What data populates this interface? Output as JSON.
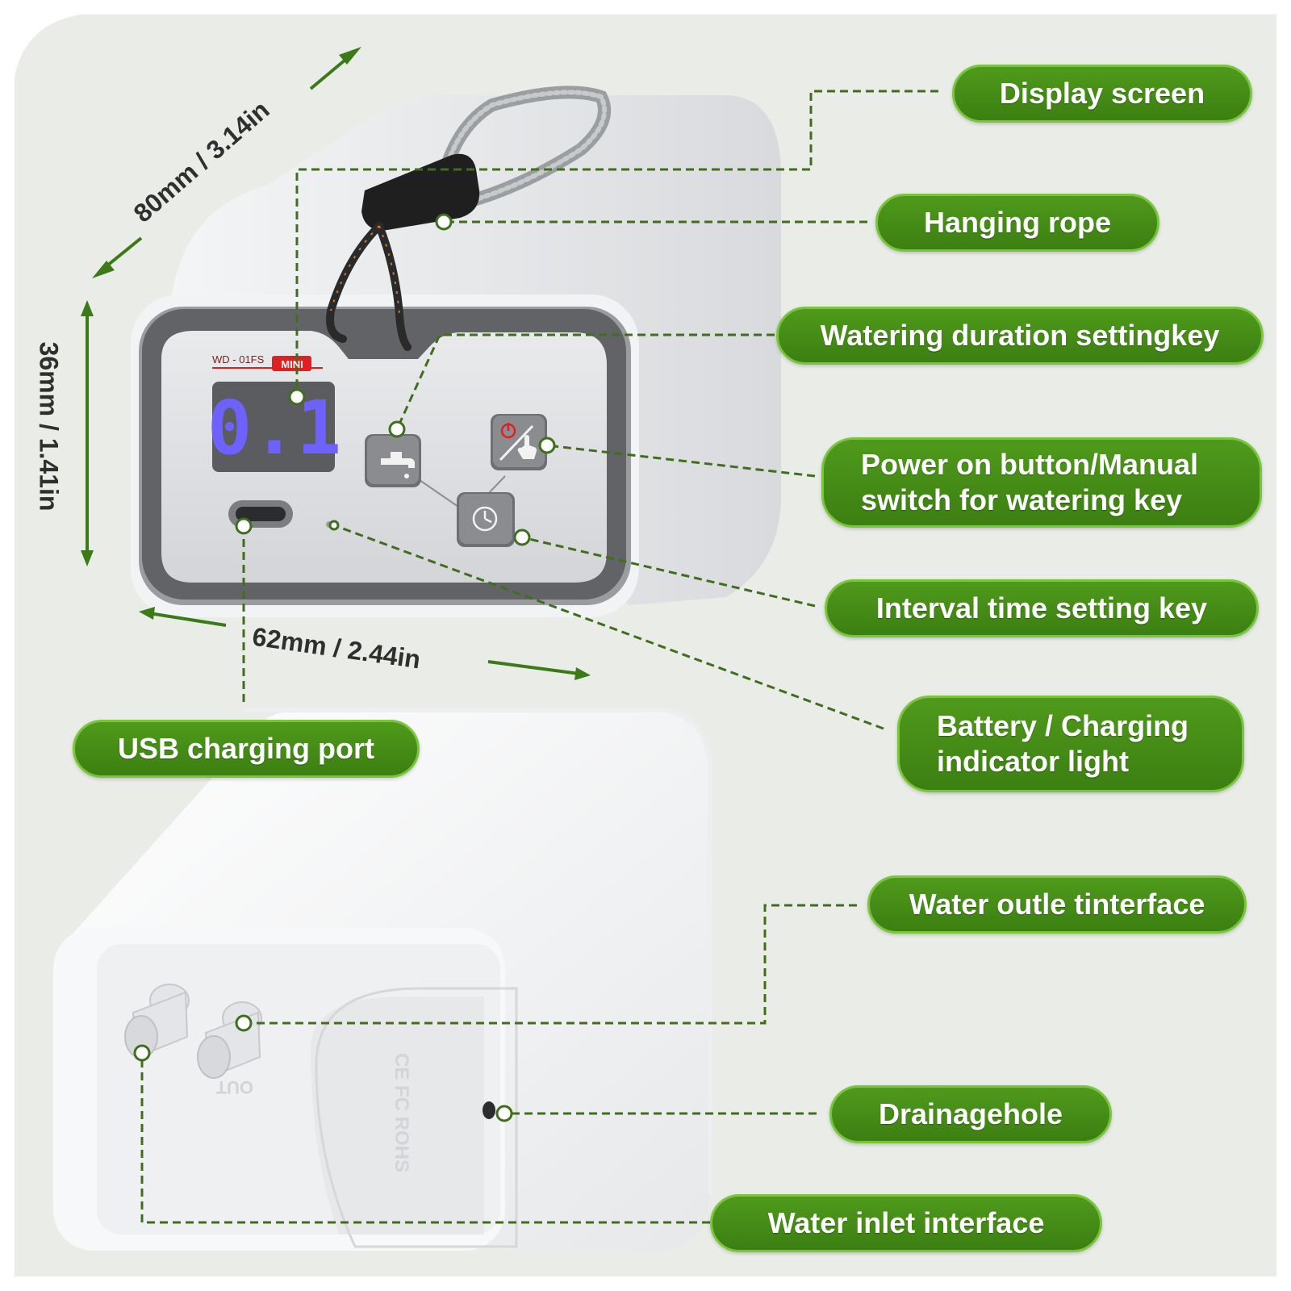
{
  "callouts": {
    "display_screen": "Display screen",
    "hanging_rope": "Hanging rope",
    "watering_duration_key": "Watering duration settingkey",
    "power_button_line1": "Power on button/Manual",
    "power_button_line2": "switch for watering key",
    "interval_key": "Interval time setting key",
    "battery_light_line1": "Battery / Charging",
    "battery_light_line2": "indicator light",
    "usb_port": "USB charging port",
    "water_outlet": "Water outle tinterface",
    "drainage_hole": "Drainagehole",
    "water_inlet": "Water inlet interface"
  },
  "dimensions": {
    "length": "80mm / 3.14in",
    "height": "36mm / 1.41in",
    "width": "62mm / 2.44in"
  },
  "device": {
    "model": "WD - 01FS",
    "badge": "MINI",
    "display_digits": "0.1",
    "certifications": "CE FC ROHS",
    "outlet_mark": "OUT"
  },
  "colors": {
    "callout_green": "#3f8413",
    "callout_border": "#79c63d",
    "leader_green": "#3e6f1c",
    "background": "#e9ece7",
    "display_digits": "#6e62ff",
    "badge_red": "#e02020"
  }
}
